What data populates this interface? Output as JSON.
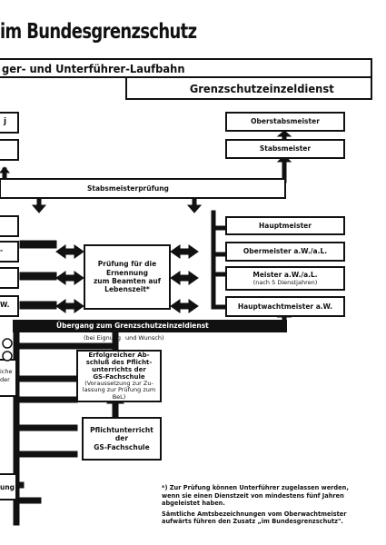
{
  "title": "im Bundesgrenzschutz",
  "header": {
    "left": "ger- und Unterführer-Laufbahn",
    "right": "Grenzschutzeinzeldienst"
  },
  "left_column": {
    "mark": "j",
    "partial_a": "-",
    "partial_b": "W.",
    "partial_c1": "iche",
    "partial_c2": "der",
    "partial_d": "ung"
  },
  "ranks": {
    "oberstabsmeister": "Oberstabsmeister",
    "stabsmeister": "Stabsmeister",
    "hauptmeister": "Hauptmeister",
    "obermeister": "Obermeister a.W./a.L.",
    "meister": "Meister a.W./a.L.",
    "meister_note": "(nach 5 Dienstjahren)",
    "hauptwachtmeister": "Hauptwachtmeister a.W."
  },
  "stabsmeisterpruefung": "Stabsmeisterprüfung",
  "pruefung_box": {
    "line1": "Prüfung für die",
    "line2": "Ernennung",
    "line3": "zum Beamten auf",
    "line4": "Lebenszeit*"
  },
  "uebergang": {
    "label": "Übergang zum Grenzschutzeinzeldienst",
    "sub_left": "(bei Eignung",
    "sub_right": "und Wunsch)"
  },
  "fachschule_box": {
    "line1": "Erfolgreicher Ab-",
    "line2": "schluß des Pflicht-",
    "line3": "unterrichts der",
    "line4": "GS-Fachschule",
    "line5": "(Voraussetzung zur Zu-",
    "line6": "lassung zur Prüfung zum",
    "line7": "BeL)"
  },
  "pflicht_box": {
    "line1": "Pflichtunterricht",
    "line2": "der",
    "line3": "GS-Fachschule"
  },
  "notes": {
    "line1": "*) Zur Prüfung können Unterführer zugelassen werden,",
    "line2": "wenn sie einen Dienstzeit von mindestens fünf Jahren",
    "line3": "abgeleistet haben.",
    "line4": "Sämtliche Amtsbezeichnungen vom Oberwachtmeister",
    "line5": "aufwärts führen den Zusatz „im Bundesgrenzschutz\"."
  },
  "colors": {
    "ink": "#111111",
    "paper": "#ffffff"
  }
}
